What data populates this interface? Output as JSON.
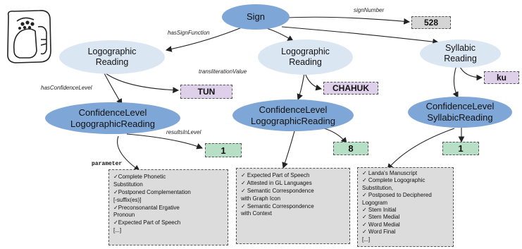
{
  "sign": {
    "label": "Sign",
    "number": "528"
  },
  "edges": {
    "sign_number": "signNumber",
    "has_sign_function": "hasSignFunction",
    "transliteration_value": "transliterationValue",
    "has_confidence_level": "hasConfidenceLevel",
    "results_in_level": "resultsInLevel",
    "parameter": "parameter"
  },
  "readings": [
    {
      "line1": "Logographic",
      "line2": "Reading",
      "value": "TUN",
      "confidence_line1": "ConfidenceLevel",
      "confidence_line2": "LogographicReading",
      "level": "1",
      "criteria": [
        "✓Complete Phonetic",
        "Substitution",
        "✓Postponed Complementation",
        "[-suffix(es)]",
        "✓Preconsonantal Ergative",
        "Pronoun",
        "✓Expected Part of Speech",
        "[...]"
      ]
    },
    {
      "line1": "Logographic",
      "line2": "Reading",
      "value": "CHAHUK",
      "confidence_line1": "ConfidenceLevel",
      "confidence_line2": "LogographicReading",
      "level": "8",
      "criteria": [
        "✓ Expected Part of Speech",
        "✓ Attested in GL Languages",
        "✓  Semantic Correspondence",
        "with Graph Icon",
        "✓  Semantic Correspondence",
        "with Context"
      ]
    },
    {
      "line1": "Syllabic",
      "line2": "Reading",
      "value": "ku",
      "confidence_line1": "ConfidenceLevel",
      "confidence_line2": "SyllabicReading",
      "level": "1",
      "criteria": [
        "✓ Landa's Manuscript",
        "✓ Complete Logographic",
        "Substitution,",
        "✓  Postposed to Deciphered",
        "Logogram",
        "✓ Stem Initial",
        "✓ Stem Medial",
        "✓ Word Medial",
        "✓ Word Final",
        "[...]"
      ]
    }
  ],
  "colors": {
    "dark_node": "#7ea6d6",
    "light_node": "#dbe6f3",
    "number_box": "#d4d4d4",
    "value_box": "#dfd0ea",
    "level_box": "#b7dfc5"
  }
}
